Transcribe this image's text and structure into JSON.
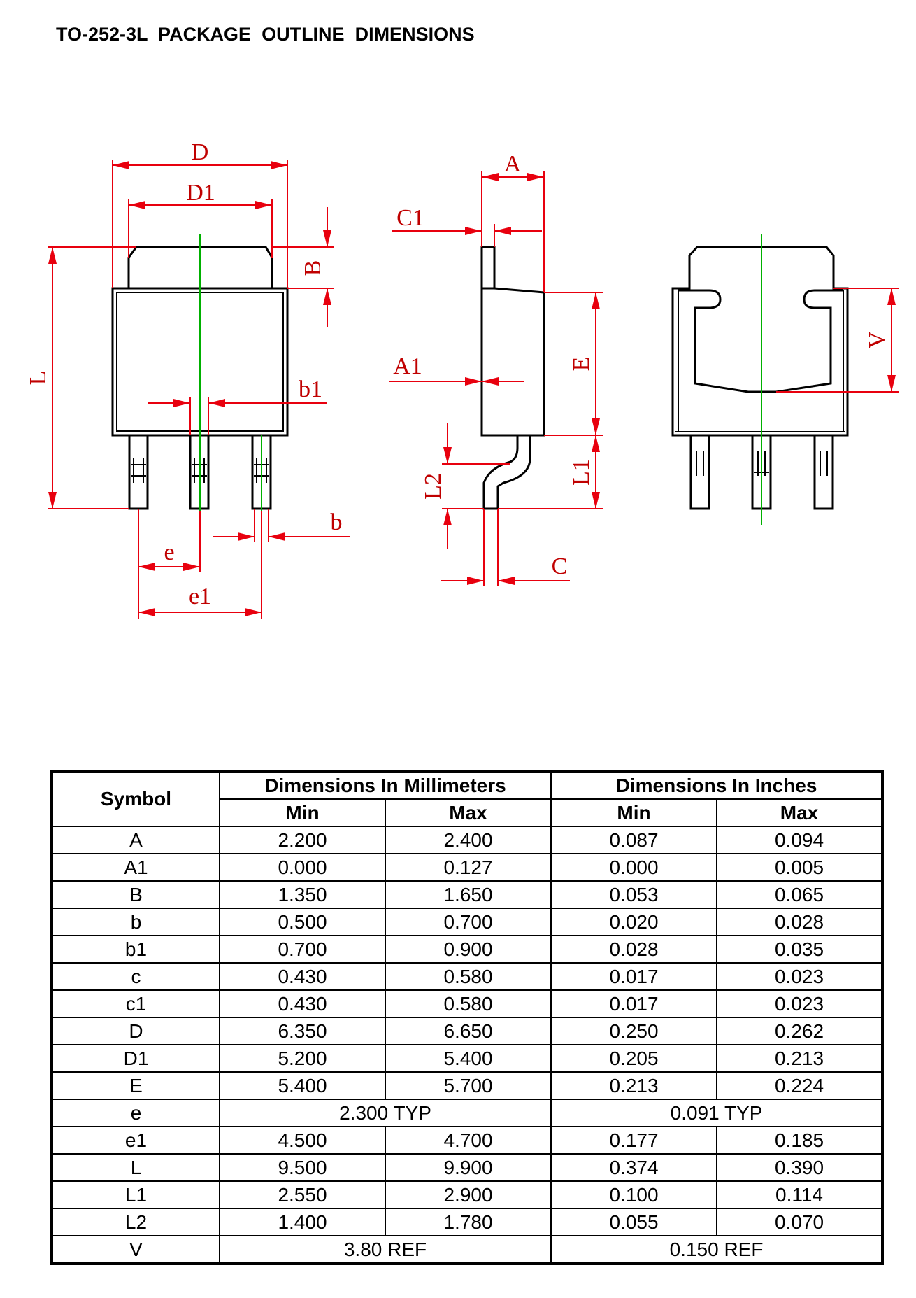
{
  "title": "TO-252-3L  PACKAGE  OUTLINE  DIMENSIONS",
  "drawing": {
    "labels": {
      "D": "D",
      "D1": "D1",
      "B": "B",
      "L": "L",
      "b1": "b1",
      "b": "b",
      "e": "e",
      "e1": "e1",
      "A": "A",
      "C1": "C1",
      "A1": "A1",
      "E": "E",
      "L1": "L1",
      "L2": "L2",
      "C": "C",
      "V": "V"
    },
    "colors": {
      "dimension": "#e8000e",
      "centerline": "#00b000",
      "outline": "#000000"
    }
  },
  "table": {
    "symbol_header": "Symbol",
    "mm_header": "Dimensions In Millimeters",
    "in_header": "Dimensions In Inches",
    "min_label": "Min",
    "max_label": "Max",
    "rows": [
      {
        "symbol": "A",
        "mm_min": "2.200",
        "mm_max": "2.400",
        "in_min": "0.087",
        "in_max": "0.094"
      },
      {
        "symbol": "A1",
        "mm_min": "0.000",
        "mm_max": "0.127",
        "in_min": "0.000",
        "in_max": "0.005"
      },
      {
        "symbol": "B",
        "mm_min": "1.350",
        "mm_max": "1.650",
        "in_min": "0.053",
        "in_max": "0.065"
      },
      {
        "symbol": "b",
        "mm_min": "0.500",
        "mm_max": "0.700",
        "in_min": "0.020",
        "in_max": "0.028"
      },
      {
        "symbol": "b1",
        "mm_min": "0.700",
        "mm_max": "0.900",
        "in_min": "0.028",
        "in_max": "0.035"
      },
      {
        "symbol": "c",
        "mm_min": "0.430",
        "mm_max": "0.580",
        "in_min": "0.017",
        "in_max": "0.023"
      },
      {
        "symbol": "c1",
        "mm_min": "0.430",
        "mm_max": "0.580",
        "in_min": "0.017",
        "in_max": "0.023"
      },
      {
        "symbol": "D",
        "mm_min": "6.350",
        "mm_max": "6.650",
        "in_min": "0.250",
        "in_max": "0.262"
      },
      {
        "symbol": "D1",
        "mm_min": "5.200",
        "mm_max": "5.400",
        "in_min": "0.205",
        "in_max": "0.213"
      },
      {
        "symbol": "E",
        "mm_min": "5.400",
        "mm_max": "5.700",
        "in_min": "0.213",
        "in_max": "0.224"
      },
      {
        "symbol": "e",
        "mm_span": "2.300 TYP",
        "in_span": "0.091 TYP"
      },
      {
        "symbol": "e1",
        "mm_min": "4.500",
        "mm_max": "4.700",
        "in_min": "0.177",
        "in_max": "0.185"
      },
      {
        "symbol": "L",
        "mm_min": "9.500",
        "mm_max": "9.900",
        "in_min": "0.374",
        "in_max": "0.390"
      },
      {
        "symbol": "L1",
        "mm_min": "2.550",
        "mm_max": "2.900",
        "in_min": "0.100",
        "in_max": "0.114"
      },
      {
        "symbol": "L2",
        "mm_min": "1.400",
        "mm_max": "1.780",
        "in_min": "0.055",
        "in_max": "0.070"
      },
      {
        "symbol": "V",
        "mm_span": "3.80 REF",
        "in_span": "0.150 REF"
      }
    ]
  }
}
